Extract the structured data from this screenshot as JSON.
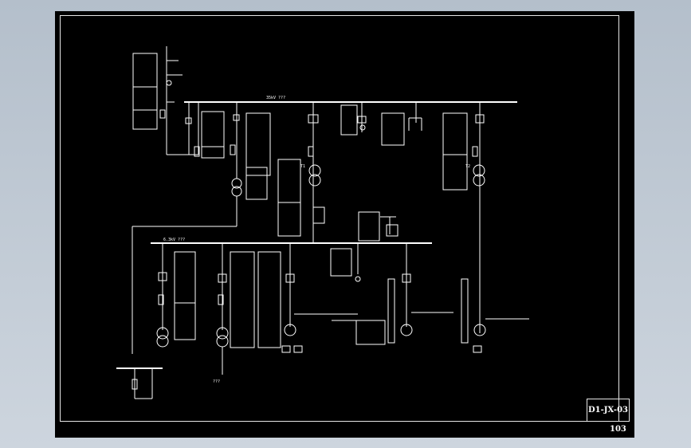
{
  "drawing": {
    "code": "D1-JX-03",
    "sheet_no": "103",
    "bus_35kv_label": "35kV ???",
    "bus_6kv_label": "6.3kV ???",
    "t1_label": "T1",
    "t2_label": "T2",
    "feeder_bottom_label": "???"
  },
  "colors": {
    "background": "#000000",
    "line": "#ffffff",
    "surround": "#c3ccd6"
  }
}
